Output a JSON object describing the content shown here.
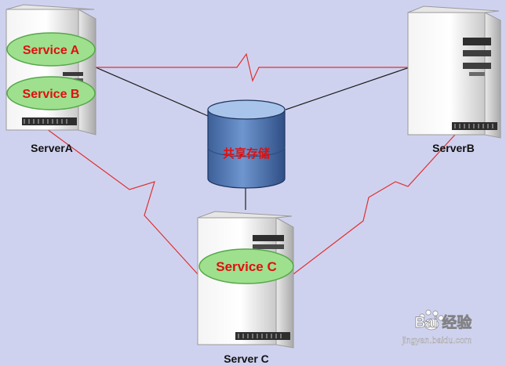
{
  "servers": {
    "a": {
      "label": "ServerA"
    },
    "b": {
      "label": "ServerB"
    },
    "c": {
      "label": "Server C"
    }
  },
  "services": [
    {
      "label": "Service A"
    },
    {
      "label": "Service B"
    },
    {
      "label": "Service C"
    }
  ],
  "storage": {
    "label": "共享存储"
  },
  "watermark": {
    "brand": "Bai 经验",
    "url": "jingyan.baidu.com"
  },
  "colors": {
    "background": "#cfd2ef",
    "heartbeat_link": "#e03030",
    "data_link": "#202020",
    "service_fill": "#9ee08e",
    "service_text": "#e01010",
    "storage_body": "#4f77b6",
    "storage_label": "#e01010"
  }
}
